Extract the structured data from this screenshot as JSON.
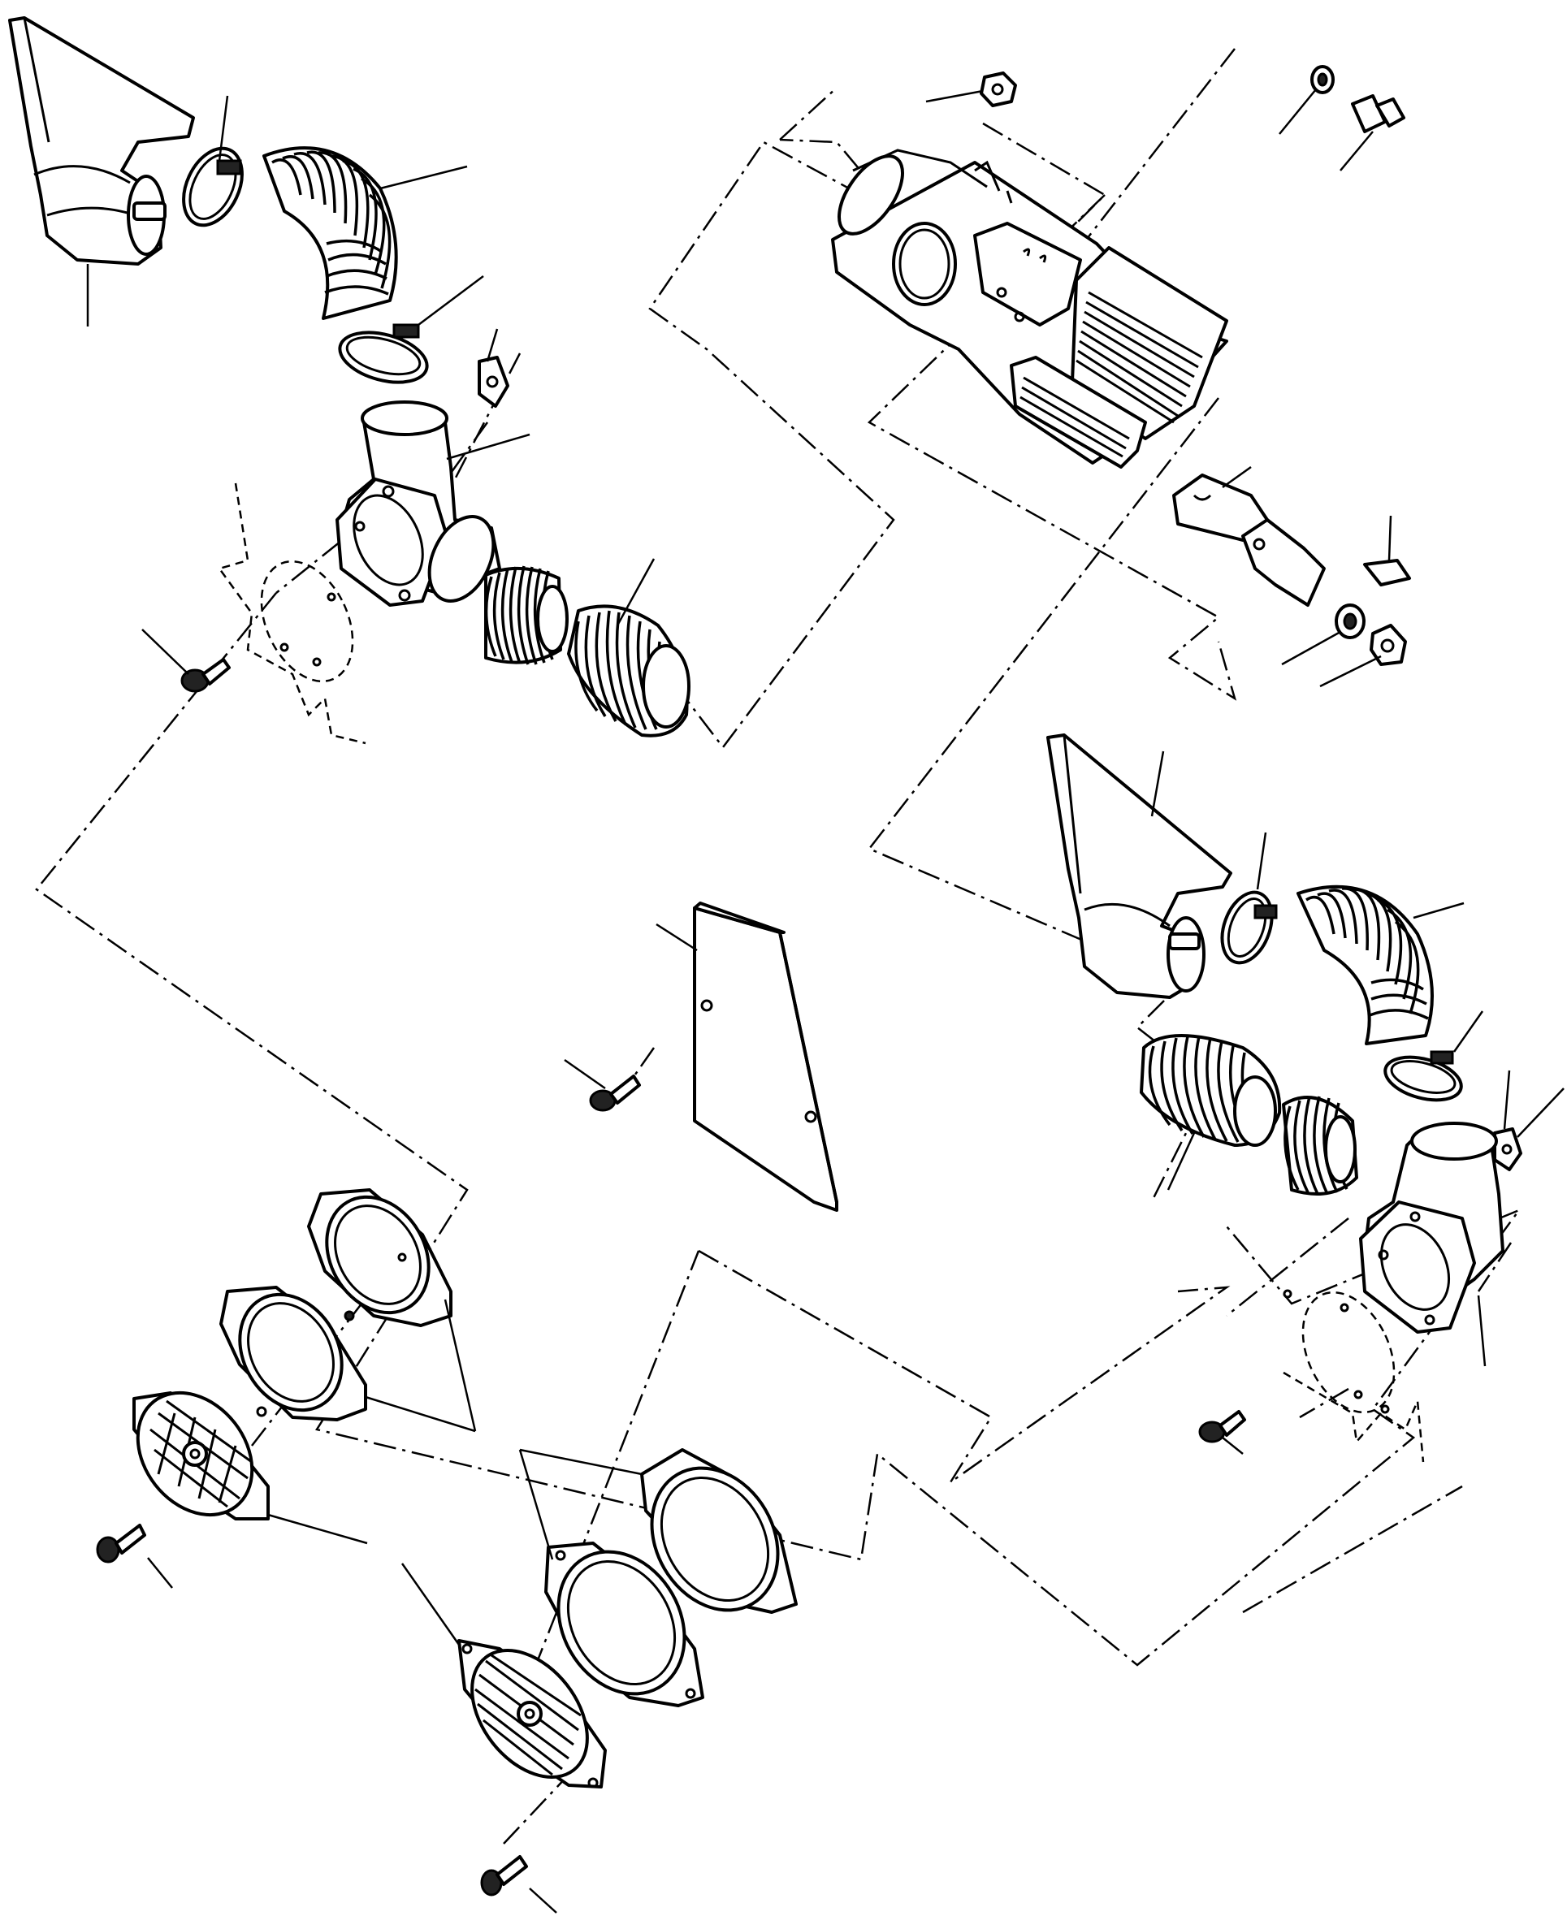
{
  "diagram": {
    "type": "exploded-parts-view",
    "text_labels": [],
    "parts": [
      "defroster-nozzle-left",
      "hose-clamp",
      "flexible-duct-elbow",
      "hose-clamp",
      "tee-fitting-left",
      "mounting-clip",
      "coil-duct-short",
      "coil-duct-long",
      "gasket-left",
      "screw",
      "heater-unit",
      "radiator-core",
      "nut",
      "washer",
      "bolt",
      "mounting-bracket",
      "bolt",
      "washer",
      "nut",
      "defroster-nozzle-right",
      "hose-clamp",
      "flexible-duct-elbow",
      "hose-clamp",
      "mounting-clip",
      "coil-duct-long",
      "coil-duct-short",
      "tee-fitting-right",
      "gasket-right",
      "screw",
      "access-cover-panel",
      "screw",
      "vent-ring",
      "vent-ring",
      "vent-grille-round",
      "screw",
      "vent-ring",
      "vent-ring",
      "vent-grille-oval",
      "screw"
    ]
  }
}
